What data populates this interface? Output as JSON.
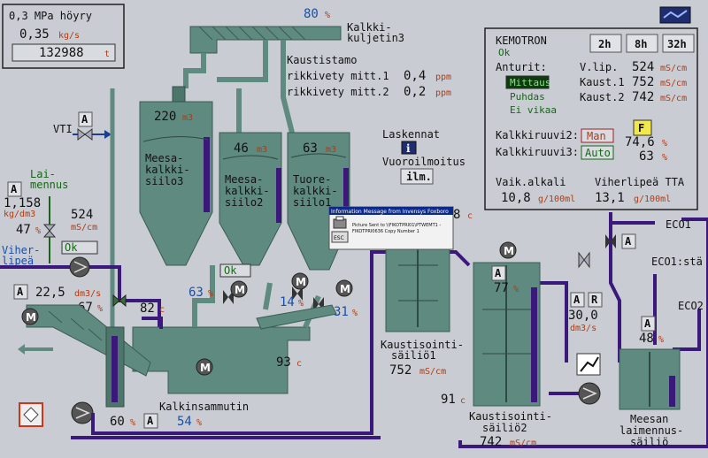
{
  "steam": {
    "label": "0,3 MPa höyry",
    "value": "0,35",
    "unit": "kg/s",
    "total": "132988",
    "total_unit": "t"
  },
  "conveyor": {
    "percent": "80",
    "pct": "%",
    "label1": "Kalkki-",
    "label2": "kuljetin3"
  },
  "kaustistamo": {
    "title": "Kaustistamo",
    "r1_label": "rikkivety mitt.1",
    "r1_value": "0,4",
    "r1_unit": "ppm",
    "r2_label": "rikkivety mitt.2",
    "r2_value": "0,2",
    "r2_unit": "ppm"
  },
  "silo3": {
    "volume": "220",
    "unit": "m3",
    "l1": "Meesa-",
    "l2": "kalkki-",
    "l3": "siilo3"
  },
  "silo2": {
    "volume": "46",
    "unit": "m3",
    "l1": "Meesa-",
    "l2": "kalkki-",
    "l3": "siilo2"
  },
  "silo1": {
    "volume": "63",
    "unit": "m3",
    "l1": "Tuore-",
    "l2": "kalkki-",
    "l3": "siilo1"
  },
  "laskennat": {
    "title": "Laskennat",
    "sub": "Vuoroilmoitus",
    "btn": "ilm."
  },
  "kemotron": {
    "title": "KEMOTRON",
    "status": "Ok",
    "btn_2h": "2h",
    "btn_8h": "8h",
    "btn_32h": "32h",
    "anturit": "Anturit:",
    "mode": "Mittaus",
    "puhdas": "Puhdas",
    "vikaa": "Ei vikaa",
    "vlip_label": "V.lip.",
    "vlip_value": "524",
    "kaust1_label": "Kaust.1",
    "kaust1_value": "752",
    "kaust2_label": "Kaust.2",
    "kaust2_value": "742",
    "unit": "mS/cm"
  },
  "feeders": {
    "k2_label": "Kalkkiruuvi2:",
    "k2_mode": "Man",
    "k2_value": "74,6",
    "k2_pct": "%",
    "f_label": "F",
    "k3_label": "Kalkkiruuvi3:",
    "k3_mode": "Auto",
    "k3_value": "63",
    "k3_pct": "%"
  },
  "alkali": {
    "vaik_label": "Vaik.alkali",
    "vaik_value": "10,8",
    "vaik_unit": "g/100ml",
    "tta_label": "Viherlipeä TTA",
    "tta_value": "13,1",
    "tta_unit": "g/100ml"
  },
  "vti": {
    "label": "VTI",
    "mode": "A"
  },
  "dilution": {
    "l1": "Lai-",
    "l2": "mennus",
    "mode": "A",
    "density": "1,158",
    "density_unit": "kg/dm3",
    "pct_value": "47",
    "pct": "%",
    "cond_value": "524",
    "cond_unit": "mS/cm",
    "ok": "Ok"
  },
  "green_liquor": {
    "l1": "Viher-",
    "l2": "lipeä",
    "mode": "A",
    "flow": "22,5",
    "flow_unit": "dm3/s",
    "valve_pct": "67",
    "pct": "%"
  },
  "slaker": {
    "temp1": "82",
    "c": "c",
    "screw_pct": "63",
    "ok": "Ok",
    "feed14": "14",
    "feed31": "31",
    "pct": "%",
    "temp2": "93",
    "name": "Kalkinsammutin",
    "speed": "54",
    "level": "60",
    "mode": "A",
    "temp3": "8"
  },
  "caust1": {
    "l1": "Kaustisointi-",
    "l2": "säiliö1",
    "cond": "752",
    "unit": "mS/cm"
  },
  "caust2": {
    "mode": "A",
    "level": "77",
    "pct": "%",
    "temp": "91",
    "c": "c",
    "l1": "Kaustisointi-",
    "l2": "säiliö2",
    "cond": "742",
    "unit": "mS/cm"
  },
  "flow30": {
    "mode_a": "A",
    "mode_r": "R",
    "value": "30,0",
    "unit": "dm3/s"
  },
  "eco": {
    "eco1": "ECO1",
    "eco1sta": "ECO1:stä",
    "eco2": "ECO2",
    "valve_mode": "A"
  },
  "mud_tank": {
    "mode": "A",
    "level": "48",
    "pct": "%",
    "l1": "Meesan",
    "l2": "laimennus-",
    "l3": "säiliö"
  },
  "motor_label": "M",
  "dialog": {
    "title": "Information Message from Invensys Foxboro",
    "message1": "Picture Sent to \\\\FIKOTPRI01\\PTWEMT1 -",
    "message2": "FIKOTPRI0636 Copy Number 1",
    "esc": "ESC"
  },
  "icons": [
    "trend-icon",
    "info-icon",
    "printer-icon",
    "motor-icon",
    "valve-icon",
    "pump-icon"
  ],
  "colors": {
    "pipe": "#3a197a",
    "equipment": "#5e8a7f",
    "background": "#c9ccd3",
    "accent_blue": "#1a4fa8",
    "unit_red": "#b33a10"
  }
}
